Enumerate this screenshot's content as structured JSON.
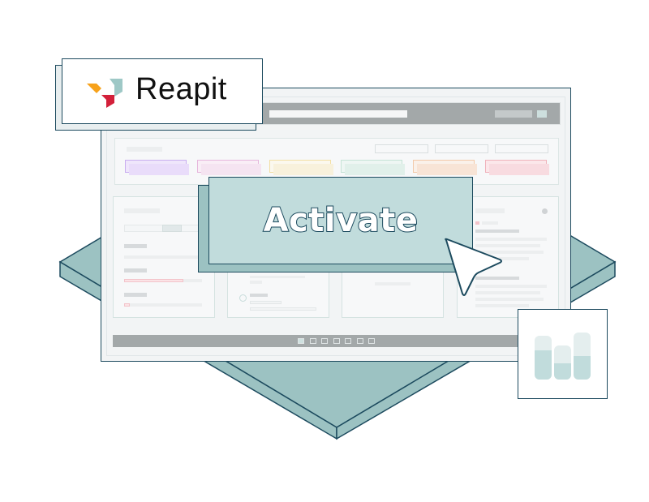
{
  "brand": {
    "name": "Reapit",
    "logo_colors": [
      "#f7a21b",
      "#d3203a",
      "#9ec8c6"
    ]
  },
  "cta": {
    "label": "Activate"
  },
  "colors": {
    "outline": "#1c4a5e",
    "teal_light": "#c1dcdc",
    "teal_mid": "#9cc2c2",
    "window_bg": "#f2f4f5",
    "bar_grey": "#a3a8a9"
  },
  "filter_chips": [
    {
      "name": "purple",
      "bg": "#efe6fb",
      "border": "#c9aef0",
      "shadow": "#e9dcfa"
    },
    {
      "name": "pink",
      "bg": "#f9eef6",
      "border": "#e6b6dc",
      "shadow": "#f5e4f1"
    },
    {
      "name": "yellow",
      "bg": "#fbf8ee",
      "border": "#f3dfa4",
      "shadow": "#f8f1dc"
    },
    {
      "name": "green",
      "bg": "#eef6f3",
      "border": "#c5e3d6",
      "shadow": "#e1f0ea"
    },
    {
      "name": "orange",
      "bg": "#faf1ea",
      "border": "#f3c9a8",
      "shadow": "#f8e4d6"
    },
    {
      "name": "red",
      "bg": "#fbe7ea",
      "border": "#f0b2bb",
      "shadow": "#f8dbe0"
    }
  ],
  "pagination": {
    "count": 7,
    "active_index": 0
  },
  "chart_widget": {
    "bars": [
      {
        "total": 0.82,
        "fill": 0.55
      },
      {
        "total": 0.63,
        "fill": 0.3
      },
      {
        "total": 0.88,
        "fill": 0.44
      }
    ]
  }
}
